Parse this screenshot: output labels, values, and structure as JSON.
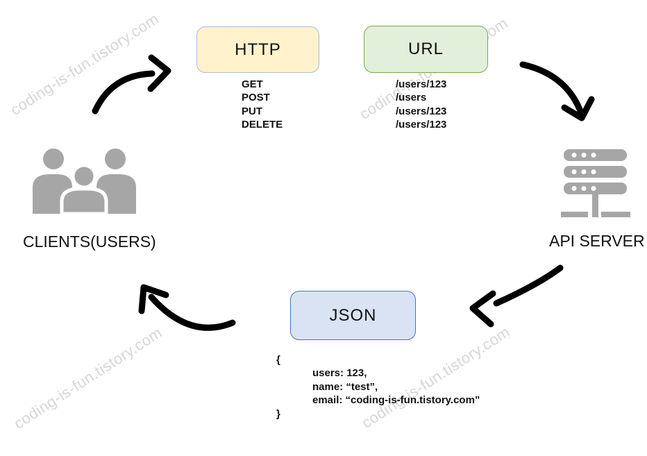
{
  "watermark": {
    "text": "coding-is-fun.tistory.com"
  },
  "nodes": {
    "http": {
      "title": "HTTP",
      "items": [
        "GET",
        "POST",
        "PUT",
        "DELETE"
      ],
      "fill": "#FFF2CC",
      "border": "#A9BCD8"
    },
    "url": {
      "title": "URL",
      "items": [
        "/users/123",
        "/users",
        "/users/123",
        "/users/123"
      ],
      "fill": "#E2EFDA",
      "border": "#70AD47"
    },
    "json": {
      "title": "JSON",
      "code_lines": [
        "{",
        "users: 123,",
        "name: “test”,",
        "email: “coding-is-fun.tistory.com”",
        "}"
      ],
      "fill": "#DAE3F3",
      "border": "#4472C4"
    },
    "clients": {
      "label": "CLIENTS(USERS)"
    },
    "api_server": {
      "label": "API SERVER"
    }
  },
  "icon_color": "#A6A6A6",
  "arrow_color": "#000000"
}
